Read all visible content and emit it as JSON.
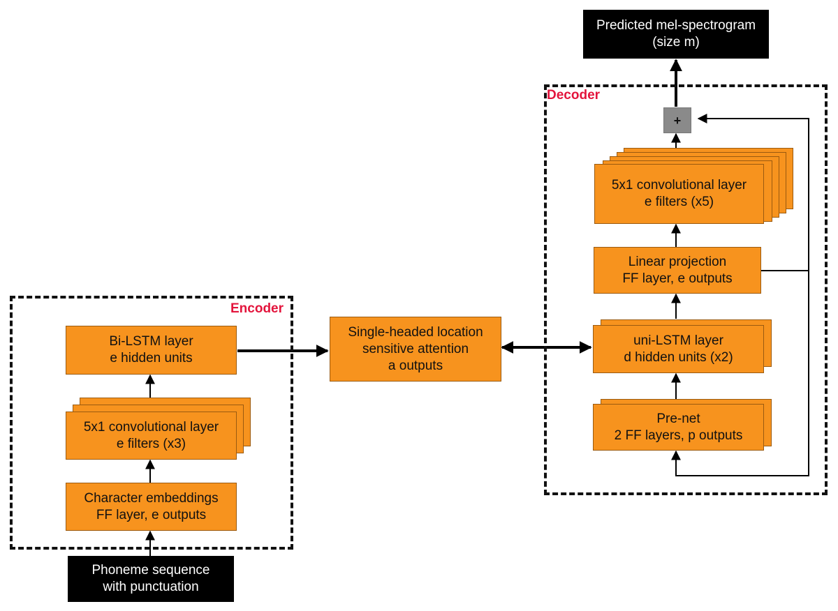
{
  "encoder": {
    "label": "Encoder",
    "bilstm": [
      "Bi-LSTM layer",
      "e hidden units"
    ],
    "conv": [
      "5x1 convolutional layer",
      "e filters (x3)"
    ],
    "embed": [
      "Character embeddings",
      "FF layer, e outputs"
    ]
  },
  "input": [
    "Phoneme sequence",
    "with punctuation"
  ],
  "attention": [
    "Single-headed location",
    "sensitive attention",
    "a outputs"
  ],
  "decoder": {
    "label": "Decoder",
    "output": [
      "Predicted mel-spectrogram",
      "(size m)"
    ],
    "sum": "+",
    "conv": [
      "5x1 convolutional layer",
      "e filters (x5)"
    ],
    "linear": [
      "Linear projection",
      "FF layer, e outputs"
    ],
    "unilstm": [
      "uni-LSTM layer",
      "d hidden units (x2)"
    ],
    "prenet": [
      "Pre-net",
      "2 FF layers, p outputs"
    ]
  },
  "colors": {
    "block": "#f7931e",
    "io": "#000000",
    "sum": "#8a8a8a",
    "group_label": "#e3143c"
  }
}
